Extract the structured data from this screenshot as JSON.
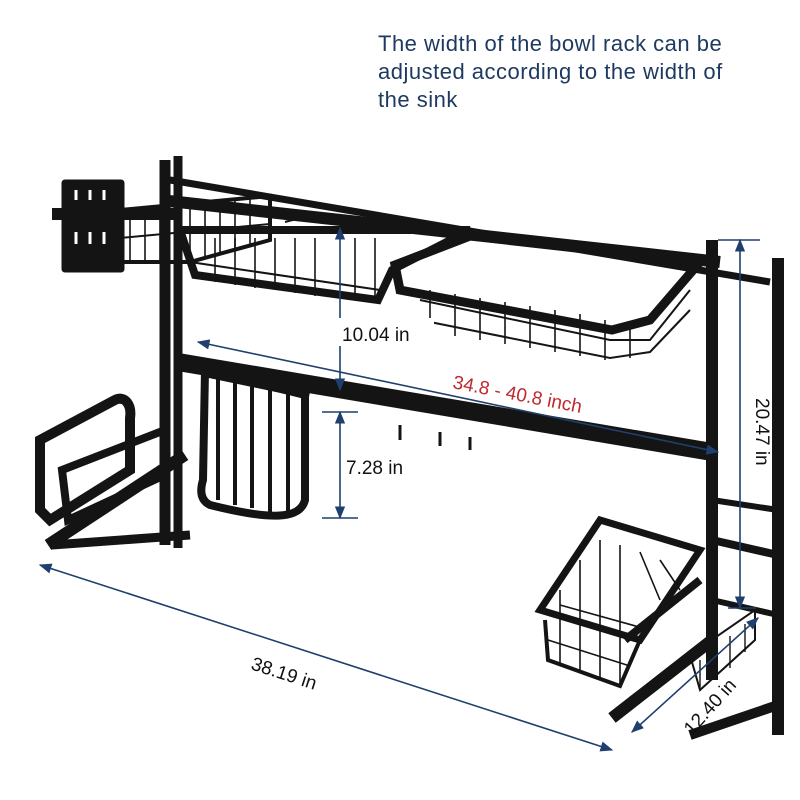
{
  "caption": {
    "lines": [
      "The width of the bowl rack can be",
      "adjusted according to the width of",
      "the sink"
    ]
  },
  "dimensions": {
    "top_height": "10.04 in",
    "width_range": "34.8 - 40.8 inch",
    "lower_height": "7.28 in",
    "total_height": "20.47 in",
    "length": "38.19 in",
    "depth": "12.40 in"
  },
  "colors": {
    "caption": "#1e3a60",
    "dimension_line": "#1f3f6e",
    "width_label": "#c0282d",
    "rack": "#141414"
  }
}
